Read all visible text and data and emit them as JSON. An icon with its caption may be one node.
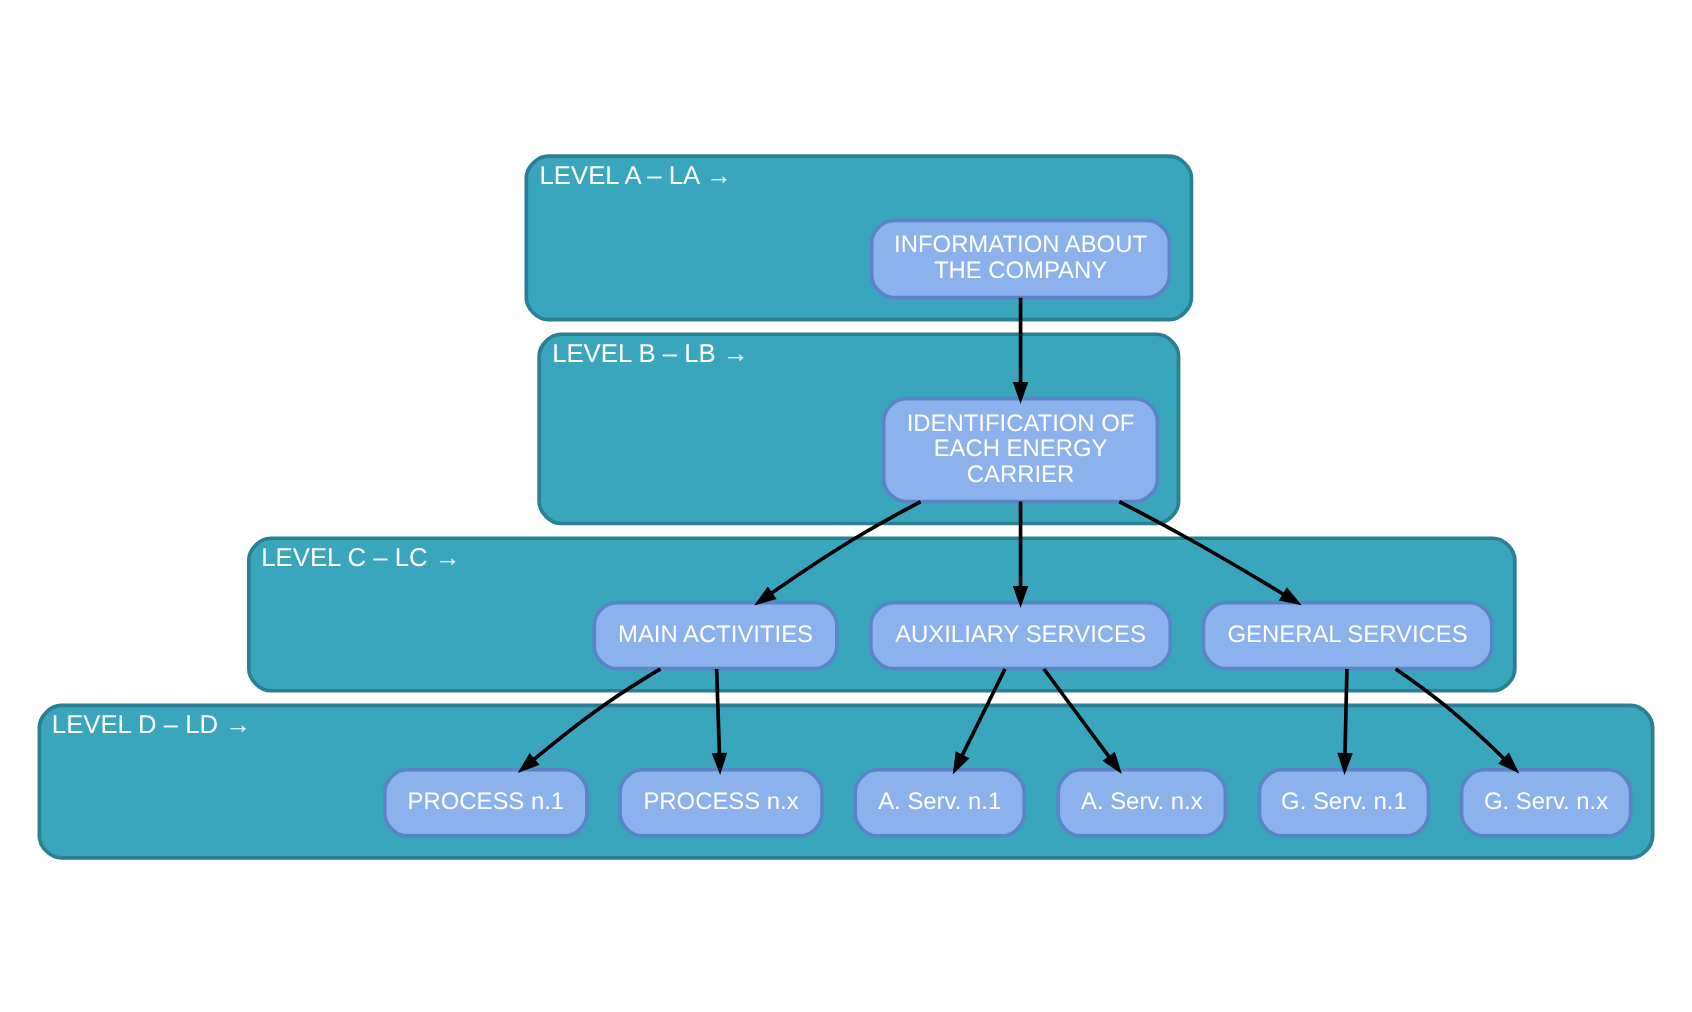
{
  "diagram": {
    "nodes": [
      {
        "text": [
          "LEVEL A – LA →"
        ]
      },
      {
        "text": [
          "INFORMATION ABOUT THE COMPANY"
        ],
        "in": 0
      },
      {
        "text": [
          "LEVEL B – LB →"
        ]
      },
      {
        "text": [
          "IDENTIFICATION OF EACH ENERGY CARRIER"
        ],
        "in": 2
      },
      {
        "text": [
          "LEVEL C – LC →"
        ]
      },
      {
        "text": [
          "MAIN ACTIVITIES"
        ],
        "in": 4
      },
      {
        "text": [
          "AUXILIARY SERVICES"
        ],
        "in": 4
      },
      {
        "text": [
          "GENERAL SERVICES"
        ],
        "in": 4
      },
      {
        "text": [
          "LEVEL D – LD →"
        ]
      },
      {
        "text": [
          "PROCESS n.1"
        ],
        "in": 8
      },
      {
        "text": [
          "PROCESS n.x"
        ],
        "in": 8
      },
      {
        "text": [
          "A. Serv. n.1"
        ],
        "in": 8
      },
      {
        "text": [
          "A. Serv. n.x"
        ],
        "in": 8
      },
      {
        "text": [
          "G. Serv. n.1"
        ],
        "in": 8
      },
      {
        "text": [
          "G. Serv. n.x"
        ],
        "in": 8
      }
    ],
    "edges": [
      {
        "from": 1,
        "to": 3,
        "arrow": "to"
      },
      {
        "from": 3,
        "to": 5,
        "arrow": "to"
      },
      {
        "from": 3,
        "to": 6,
        "arrow": "to"
      },
      {
        "from": 3,
        "to": 7,
        "arrow": "to"
      },
      {
        "from": 5,
        "to": 9,
        "arrow": "to"
      },
      {
        "from": 5,
        "to": 10,
        "arrow": "to"
      },
      {
        "from": 6,
        "to": 11,
        "arrow": "to"
      },
      {
        "from": 6,
        "to": 12,
        "arrow": "to"
      },
      {
        "from": 7,
        "to": 13,
        "arrow": "to"
      },
      {
        "from": 7,
        "to": 14,
        "arrow": "to"
      }
    ]
  }
}
